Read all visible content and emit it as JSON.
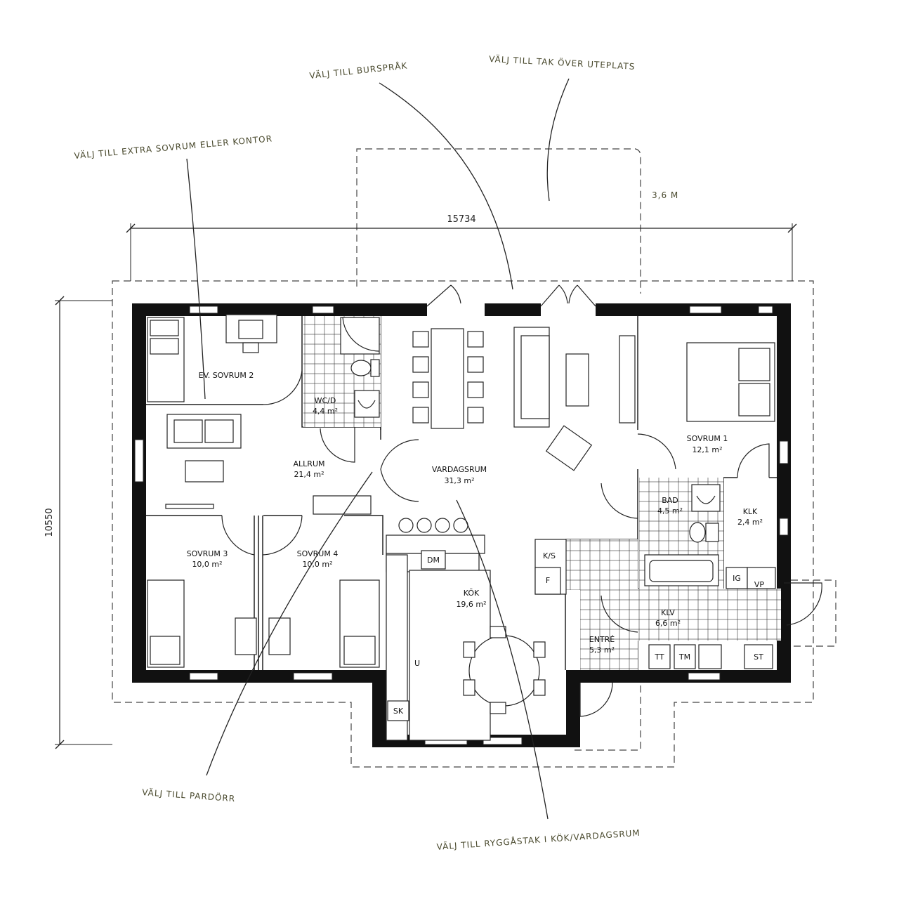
{
  "dimensions": {
    "width": "15734",
    "height": "10550",
    "roof_depth": "3,6 M"
  },
  "rooms": {
    "sovrum2": {
      "name": "EV. SOVRUM 2",
      "area": ""
    },
    "wc": {
      "name": "WC/D",
      "area": "4,4 m²"
    },
    "allrum": {
      "name": "ALLRUM",
      "area": "21,4 m²"
    },
    "vardagsrum": {
      "name": "VARDAGSRUM",
      "area": "31,3 m²"
    },
    "sovrum1": {
      "name": "SOVRUM 1",
      "area": "12,1 m²"
    },
    "bad": {
      "name": "BAD",
      "area": "4,5 m²"
    },
    "klk": {
      "name": "KLK",
      "area": "2,4 m²"
    },
    "sovrum3": {
      "name": "SOVRUM 3",
      "area": "10,0 m²"
    },
    "sovrum4": {
      "name": "SOVRUM 4",
      "area": "10,0 m²"
    },
    "kok": {
      "name": "KÖK",
      "area": "19,6 m²"
    },
    "klv": {
      "name": "KLV",
      "area": "6,6 m²"
    },
    "entre": {
      "name": "ENTRÉ",
      "area": "5,3 m²"
    }
  },
  "fixtures": {
    "dm": "DM",
    "ks": "K/S",
    "f": "F",
    "u": "U",
    "sk": "SK",
    "ig": "IG",
    "vp": "VP",
    "tt": "TT",
    "tm": "TM",
    "st": "ST"
  },
  "notes": {
    "extra_sovrum": "VÄLJ TILL EXTRA SOVRUM ELLER KONTOR",
    "burspråk": "VÄLJ TILL BURSPRÅK",
    "tak": "VÄLJ TILL TAK ÖVER UTEPLATS",
    "pardorr": "VÄLJ TILL PARDÖRR",
    "ryggastak": "VÄLJ TILL RYGGÅSTAK I KÖK/VARDAGSRUM"
  }
}
